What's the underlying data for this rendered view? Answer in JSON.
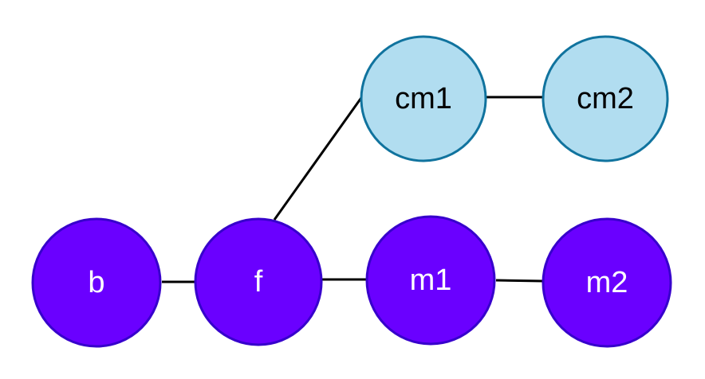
{
  "colors": {
    "background": "#ffffff",
    "commit_fill": "#6a00ff",
    "commit_stroke": "#3700cc",
    "commit_text": "#ffffff",
    "branch_fill": "#b1ddf0",
    "branch_stroke": "#10739e",
    "branch_text": "#000000",
    "edge": "#000000"
  },
  "nodes": {
    "b": {
      "label": "b",
      "style": "commit"
    },
    "f": {
      "label": "f",
      "style": "commit"
    },
    "m1": {
      "label": "m1",
      "style": "commit"
    },
    "m2": {
      "label": "m2",
      "style": "commit"
    },
    "cm1": {
      "label": "cm1",
      "style": "branch"
    },
    "cm2": {
      "label": "cm2",
      "style": "branch"
    }
  },
  "edges": [
    {
      "from": "b",
      "to": "f"
    },
    {
      "from": "f",
      "to": "m1"
    },
    {
      "from": "m1",
      "to": "m2"
    },
    {
      "from": "f",
      "to": "cm1"
    },
    {
      "from": "cm1",
      "to": "cm2"
    }
  ]
}
